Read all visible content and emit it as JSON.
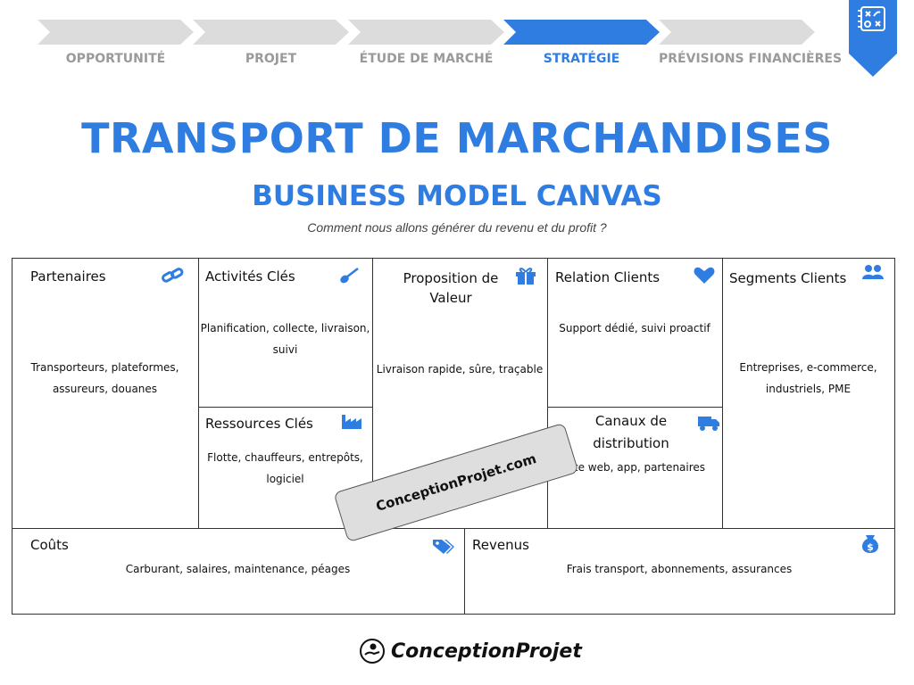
{
  "steps": [
    {
      "label": "OPPORTUNITÉ",
      "active": false
    },
    {
      "label": "PROJET",
      "active": false
    },
    {
      "label": "ÉTUDE DE MARCHÉ",
      "active": false
    },
    {
      "label": "STRATÉGIE",
      "active": true
    },
    {
      "label": "PRÉVISIONS FINANCIÈRES",
      "active": false
    }
  ],
  "colors": {
    "accent": "#2f7de1",
    "inactive_step": "#dcdcdc",
    "inactive_text": "#9a9a9a"
  },
  "header": {
    "title": "TRANSPORT DE MARCHANDISES",
    "subtitle": "BUSINESS MODEL CANVAS",
    "tagline": "Comment nous allons générer du revenu et du profit ?"
  },
  "canvas": {
    "partenaires": {
      "title": "Partenaires",
      "icon": "link-icon",
      "text_1": "Transporteurs, plateformes,",
      "text_2": "assureurs, douanes"
    },
    "activites": {
      "title": "Activités Clés",
      "icon": "shovel-icon",
      "text_1": "Planification, collecte, livraison,",
      "text_2": "suivi"
    },
    "ressources": {
      "title": "Ressources Clés",
      "icon": "factory-icon",
      "text_1": "Flotte, chauffeurs, entrepôts,",
      "text_2": "logiciel"
    },
    "proposition": {
      "title_1": "Proposition de",
      "title_2": "Valeur",
      "icon": "gift-icon",
      "text_1": "Livraison rapide, sûre, traçable"
    },
    "relation": {
      "title": "Relation Clients",
      "icon": "heart-icon",
      "text_1": "Support dédié, suivi proactif"
    },
    "canaux": {
      "title_1": "Canaux de",
      "title_2": "distribution",
      "icon": "truck-icon",
      "text_1": "Site web, app, partenaires"
    },
    "segments": {
      "title": "Segments Clients",
      "icon": "users-icon",
      "text_1": "Entreprises, e-commerce,",
      "text_2": "industriels, PME"
    },
    "couts": {
      "title": "Coûts",
      "icon": "tags-icon",
      "text_1": "Carburant, salaires, maintenance, péages"
    },
    "revenus": {
      "title": "Revenus",
      "icon": "money-bag-icon",
      "text_1": "Frais transport, abonnements, assurances"
    }
  },
  "watermark": "ConceptionProjet.com",
  "footer": {
    "logo_text": "ConceptionProjet"
  }
}
